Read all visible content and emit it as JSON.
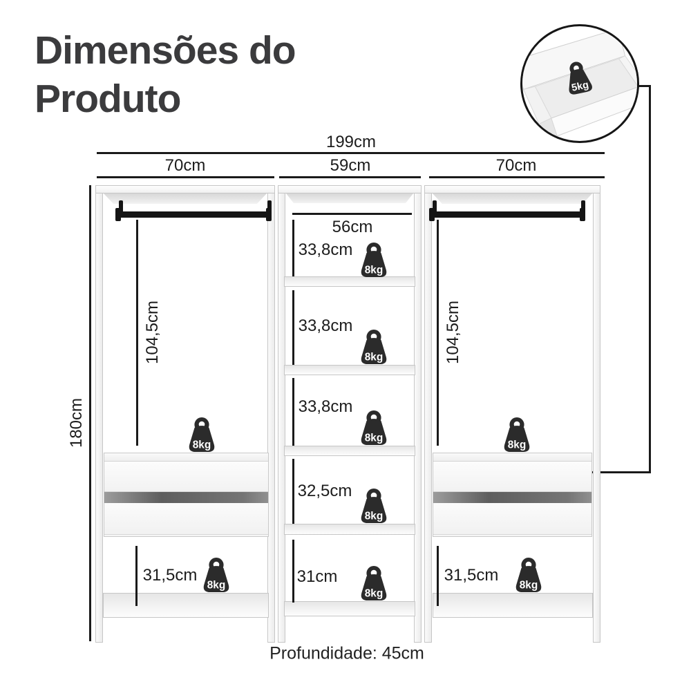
{
  "title": {
    "line1": "Dimensões do",
    "line2": "Produto"
  },
  "inset": {
    "weight_label": "5kg"
  },
  "weights": {
    "shelf_label": "8kg"
  },
  "dims": {
    "total_width": "199cm",
    "left_width": "70cm",
    "middle_width": "59cm",
    "right_width": "70cm",
    "total_height": "180cm",
    "left_hang_height": "104,5cm",
    "right_hang_height": "104,5cm",
    "middle_inner_width": "56cm",
    "middle_section_1": "33,8cm",
    "middle_section_2": "33,8cm",
    "middle_section_3": "33,8cm",
    "middle_section_4": "32,5cm",
    "middle_section_5": "31cm",
    "left_bottom": "31,5cm",
    "right_bottom": "31,5cm",
    "depth": "Profundidade: 45cm"
  },
  "colors": {
    "line": "#1a1a1a",
    "title": "#3b3b3d",
    "weight": "#2b2b2b",
    "frame_border": "#c6c6c6"
  }
}
